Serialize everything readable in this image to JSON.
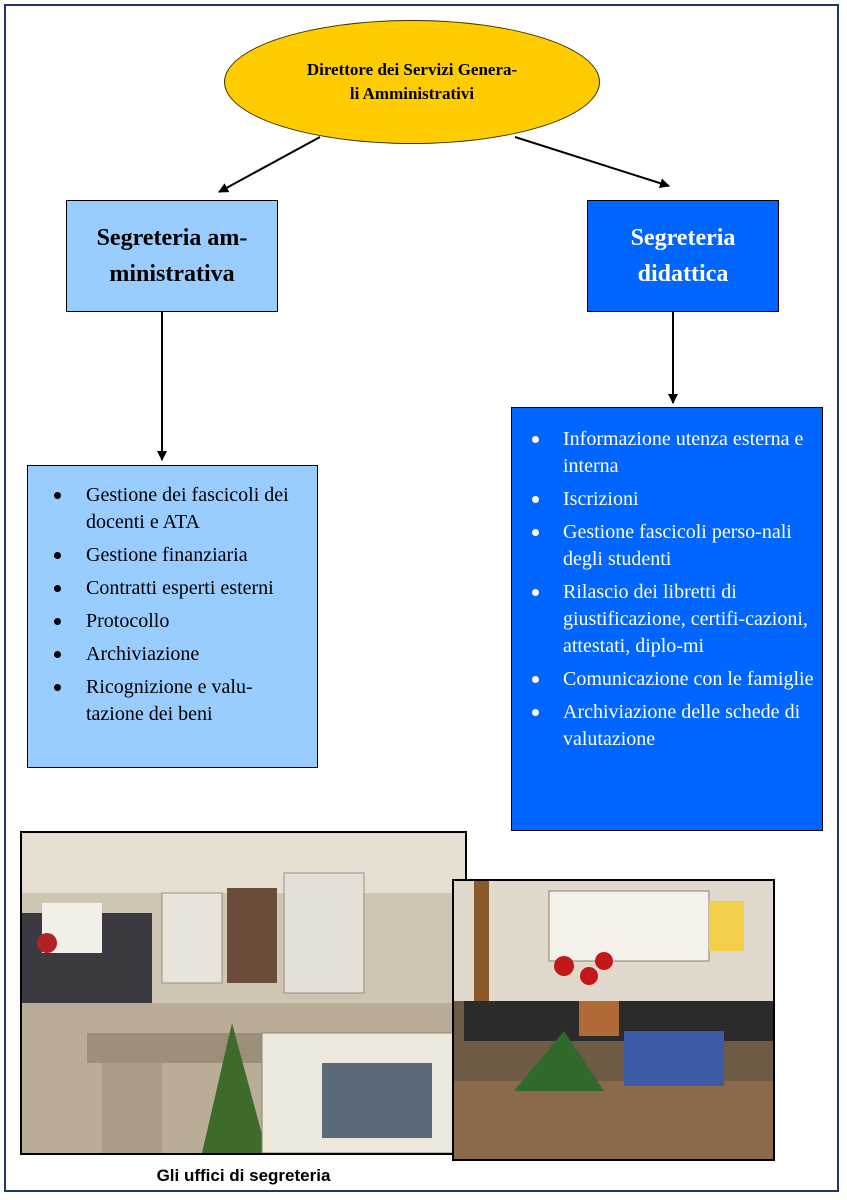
{
  "head": {
    "title": "Direttore dei Servizi Genera-\nli Amministrativi"
  },
  "left": {
    "title": "Segreteria am-\nministrativa",
    "items": [
      "Gestione dei fascicoli dei docenti e ATA",
      "Gestione finanziaria",
      "Contratti esperti esterni",
      "Protocollo",
      "Archiviazione",
      "Ricognizione e valu-tazione dei beni"
    ]
  },
  "right": {
    "title": "Segreteria\ndidattica",
    "items": [
      "Informazione utenza esterna e interna",
      "Iscrizioni",
      "Gestione fascicoli perso-nali degli studenti",
      "Rilascio dei libretti di giustificazione, certifi-cazioni, attestati, diplo-mi",
      "Comunicazione con le famiglie",
      "Archiviazione delle schede di valutazione"
    ]
  },
  "photos": {
    "caption": "Gli uffici di segreteria"
  },
  "colors": {
    "head_fill": "#ffcc00",
    "left_fill": "#99ccff",
    "right_fill": "#0066ff",
    "frame": "#1f3864"
  }
}
